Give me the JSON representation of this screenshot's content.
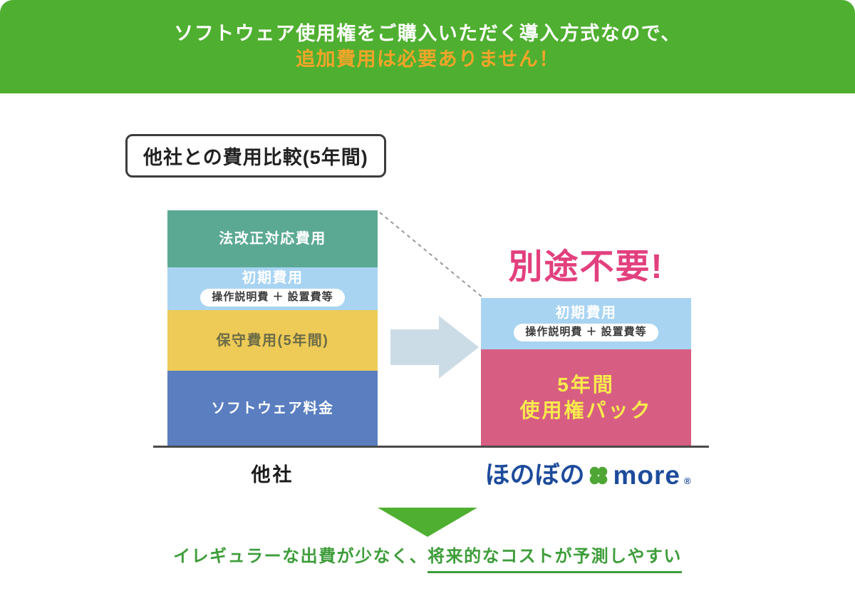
{
  "banner": {
    "line1": "ソフトウェア使用権をご購入いただく導入方式なので、",
    "line2": "追加費用は必要ありません！"
  },
  "comparison": {
    "title": "他社との費用比較(5年間)",
    "left_bar": {
      "label": "他社",
      "segments": [
        {
          "label": "法改正対応費用"
        },
        {
          "label": "初期費用",
          "sub": "操作説明費 ＋ 設置費等"
        },
        {
          "label": "保守費用(5年間)"
        },
        {
          "label": "ソフトウェア料金"
        }
      ]
    },
    "right_bar": {
      "callout": "別途不要!",
      "segments": [
        {
          "label": "初期費用",
          "sub": "操作説明費 ＋ 設置費等"
        },
        {
          "label": "5年間 使用権パック",
          "line1": "5年間",
          "line2": "使用権パック"
        }
      ]
    }
  },
  "logo": {
    "jp": "ほのぼの",
    "en": "more",
    "reg": "®"
  },
  "bottom": {
    "plain": "イレギュラーな出費が少なく、",
    "underlined": "将来的なコストが予測しやすい"
  },
  "icons": {
    "between_bars": "right-arrow-icon",
    "connector": "dashed-connector-line",
    "below_chart": "down-arrow-icon",
    "logo_mark": "clover-icon"
  },
  "colors": {
    "banner_bg": "#4FAF30",
    "banner_highlight": "#F2A429",
    "seg_teal": "#5BA993",
    "seg_lightblue": "#A8D4F2",
    "seg_yellow": "#EECB57",
    "seg_blue": "#5A7EC0",
    "seg_pink": "#D75E82",
    "callout_pink": "#E2407E",
    "pack_text_yellow": "#F9EA4D",
    "logo_blue": "#1D4B9B",
    "logo_green": "#4FA635",
    "bottom_green": "#3E9D3A",
    "arrow_gray": "#CBDCE6"
  }
}
